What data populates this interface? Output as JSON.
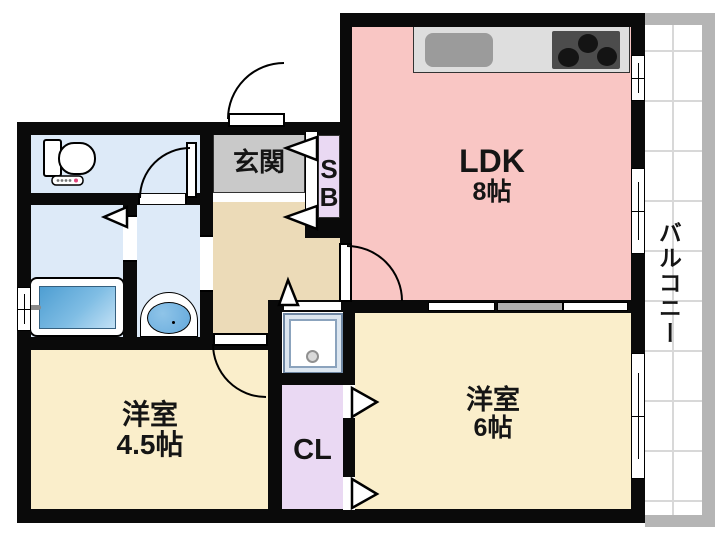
{
  "rooms": {
    "genkan": {
      "label": "玄関"
    },
    "shoe_box": {
      "line1": "S",
      "line2": "B"
    },
    "ldk": {
      "label": "LDK",
      "size": "8帖"
    },
    "balcony": {
      "label": "バルコニー"
    },
    "western_room_small": {
      "label": "洋室",
      "size": "4.5帖"
    },
    "western_room_large": {
      "label": "洋室",
      "size": "6帖"
    },
    "closet": {
      "label": "CL"
    }
  },
  "fixtures": {
    "icons": [
      "toilet-icon",
      "bathtub-icon",
      "washbasin-icon",
      "washing-machine-pan-icon",
      "kitchen-counter-icon",
      "kitchen-sink-icon",
      "stove-burners-icon",
      "window-icon",
      "door-swing-icon",
      "direction-arrow-icon"
    ]
  },
  "colors": {
    "ldk_pink": "#f9c6c4",
    "western_cream": "#faeecb",
    "hall_tan": "#ecdbb8",
    "genkan_gray": "#c9c9c9",
    "purple_storage": "#ead9f3",
    "wet_area_blue": "#ddeaf8",
    "wall_black": "#0a0a0a",
    "balcony_grid": "#d8d8d8",
    "balcony_rail": "#b5b5b5",
    "counter_gray": "#dedede",
    "stove_dark": "#4c4c4c",
    "tub_blue": "#4e9ed2"
  }
}
